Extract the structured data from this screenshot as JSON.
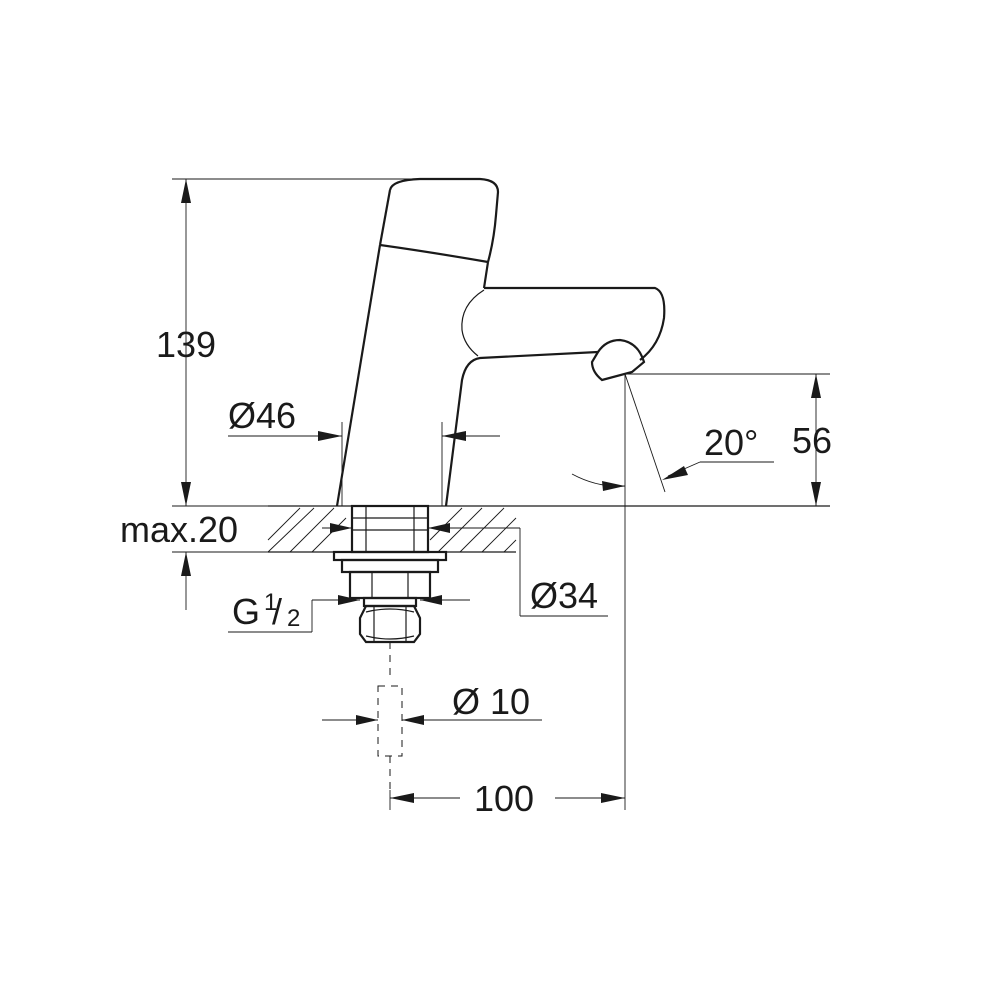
{
  "dimensions": {
    "height_total": "139",
    "diameter_body": "Ø46",
    "depth_max": "max.20",
    "diameter_shank": "Ø34",
    "thread_prefix": "G",
    "thread_num": "1",
    "thread_den": "2",
    "diameter_pipe": "Ø 10",
    "projection": "100",
    "spout_angle": "20°",
    "spout_height": "56"
  }
}
